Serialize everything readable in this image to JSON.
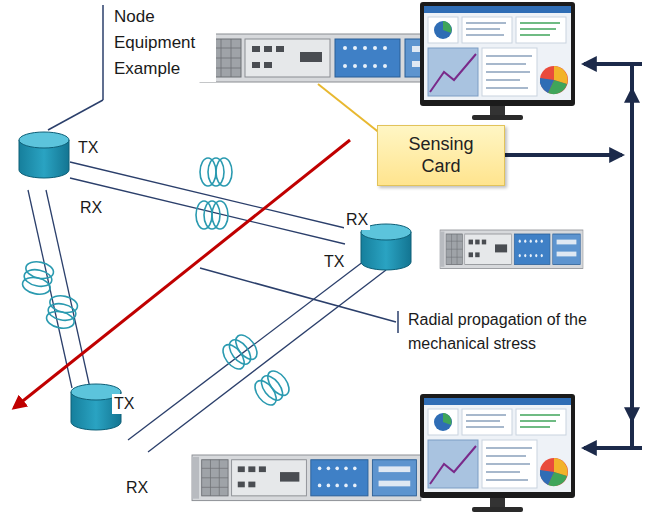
{
  "diagram": {
    "nodes": [
      {
        "text": [
          "Sensing Card"
        ]
      }
    ],
    "labels": [
      "Node Equipment Example",
      "TX",
      "RX",
      "RX",
      "TX",
      "Radial propagation of the mechanical stress",
      "TX",
      "RX"
    ]
  }
}
